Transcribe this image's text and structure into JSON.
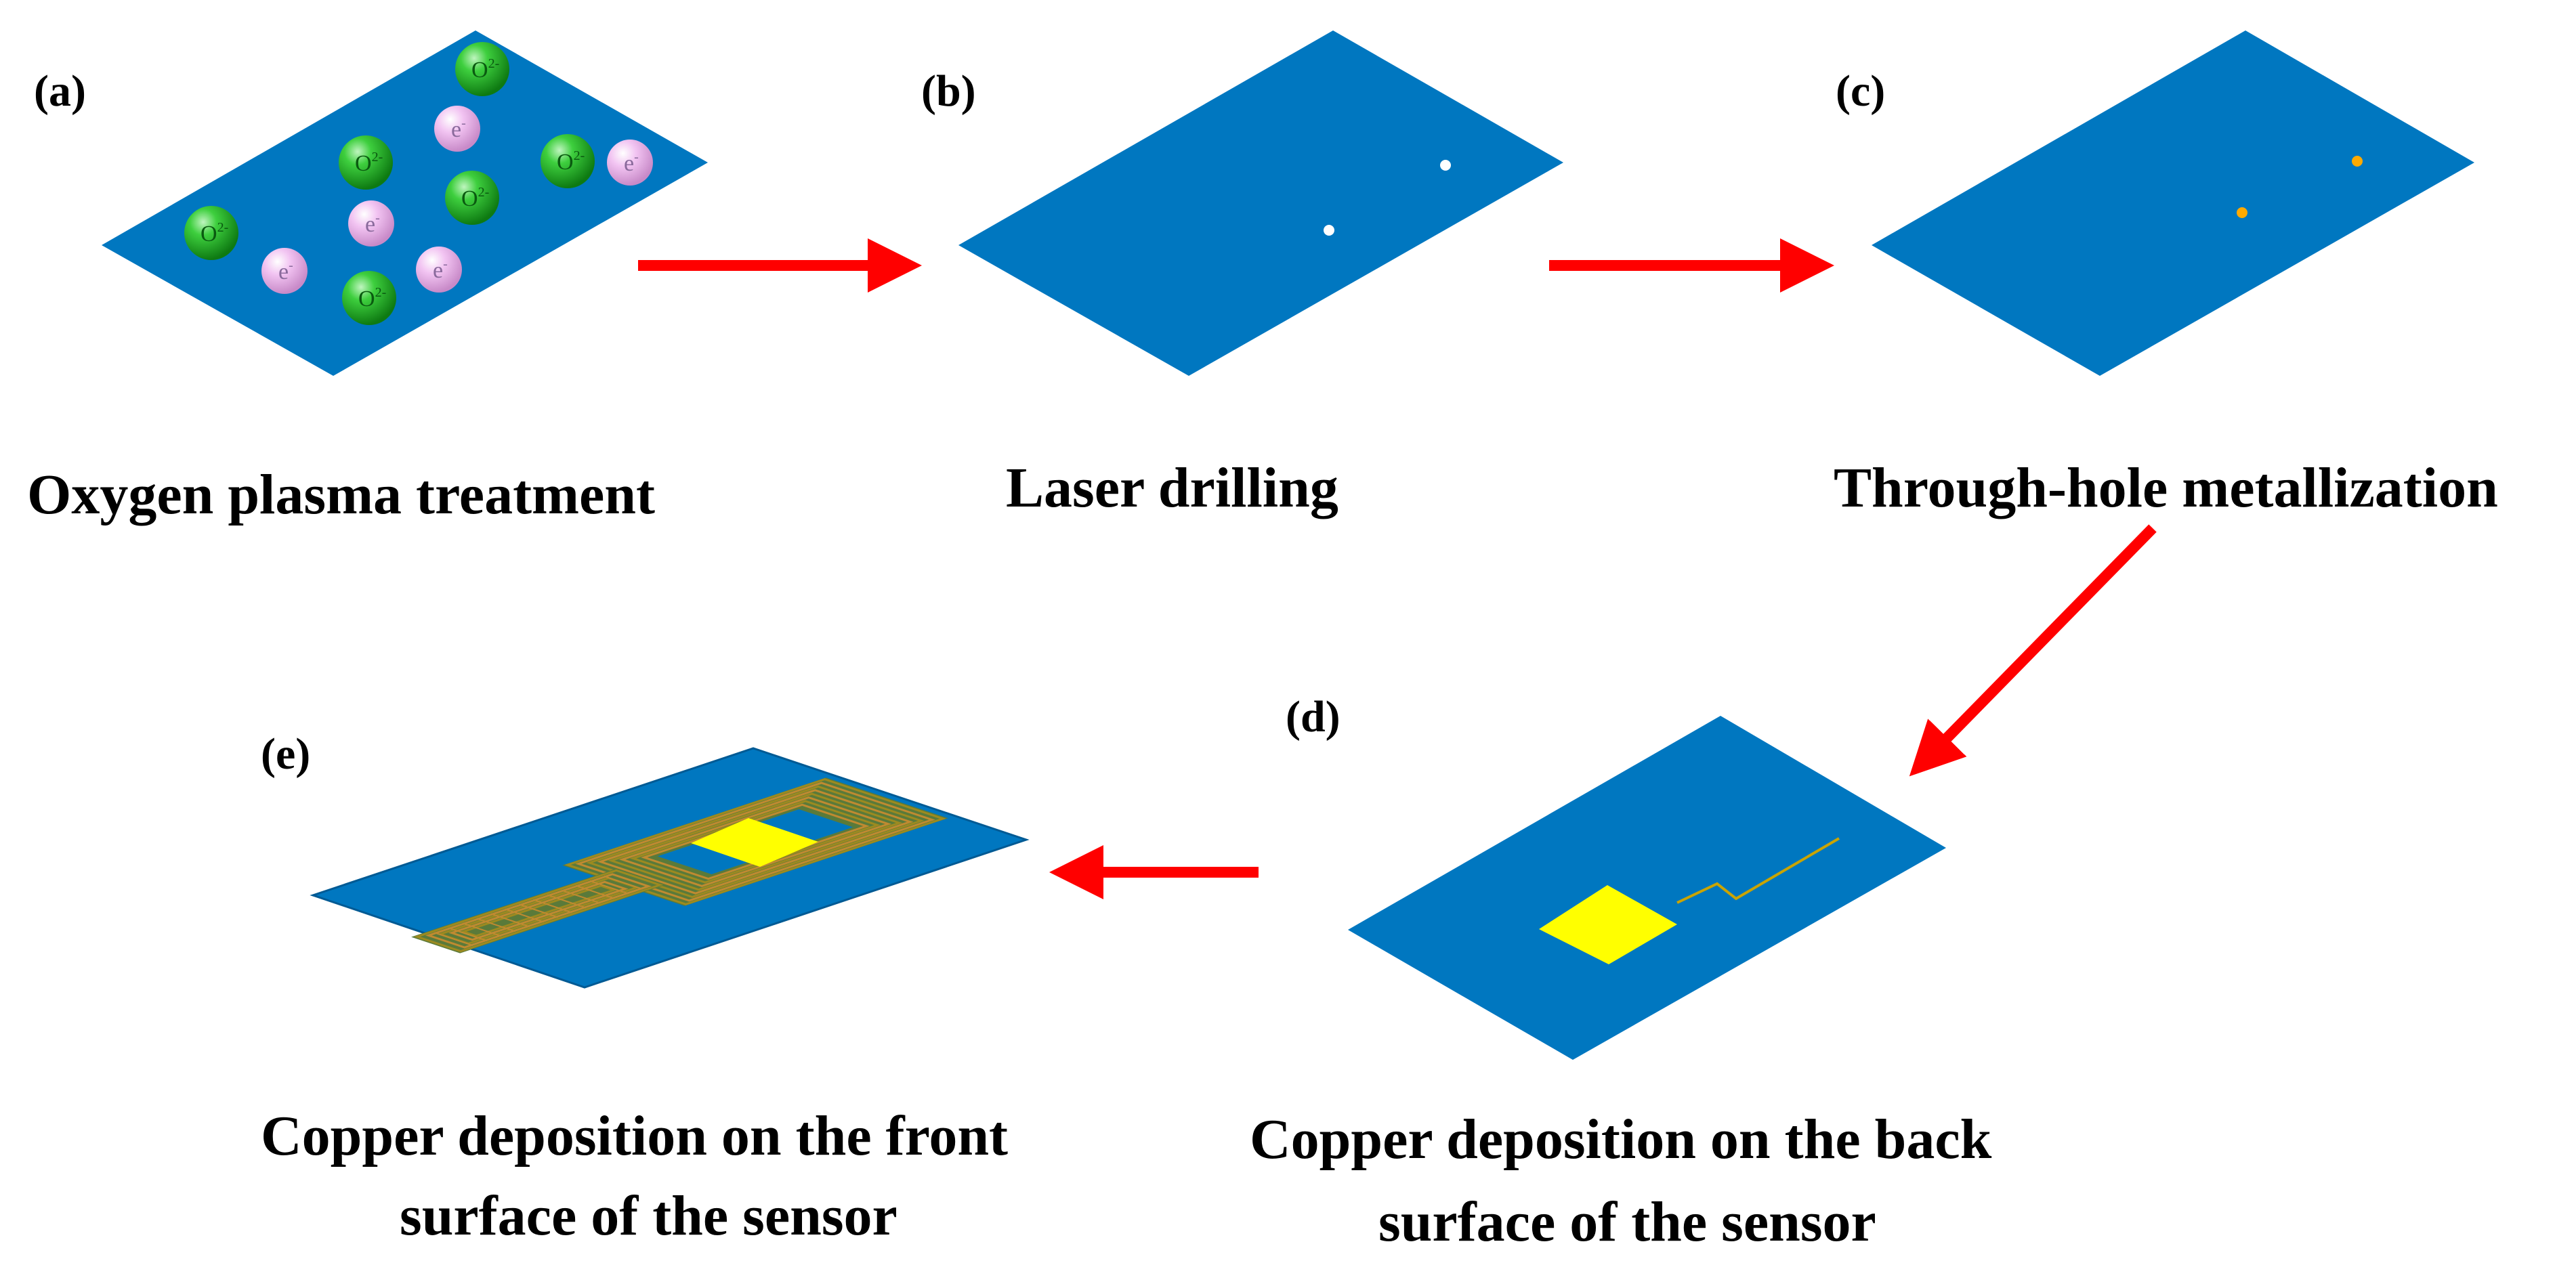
{
  "panels": [
    {
      "id": "a",
      "label": "(a)",
      "caption_lines": [
        "Oxygen plasma treatment"
      ]
    },
    {
      "id": "b",
      "label": "(b)",
      "caption_lines": [
        "Laser drilling"
      ]
    },
    {
      "id": "c",
      "label": "(c)",
      "caption_lines": [
        "Through-hole metallization"
      ]
    },
    {
      "id": "d",
      "label": "(d)",
      "caption_lines": [
        "Copper deposition on the back",
        "surface of the sensor"
      ]
    },
    {
      "id": "e",
      "label": "(e)",
      "caption_lines": [
        "Copper deposition on the front",
        "surface of the sensor"
      ]
    }
  ],
  "ions": {
    "oxygen": "O",
    "oxygen_charge": "2-",
    "electron": "e",
    "electron_charge": "-"
  },
  "flow": [
    "a",
    "b",
    "c",
    "d",
    "e"
  ],
  "colors": {
    "substrate": "#0077c0",
    "substrate_edge": "#005a94",
    "arrow": "#ff0000",
    "copper_pad": "#ffff00",
    "via": "#ffaa00",
    "hole": "#ffffff",
    "oxygen_ion": "#22bb22",
    "electron": "#e6a6e6",
    "coil_trace": "#8a7a1c"
  }
}
